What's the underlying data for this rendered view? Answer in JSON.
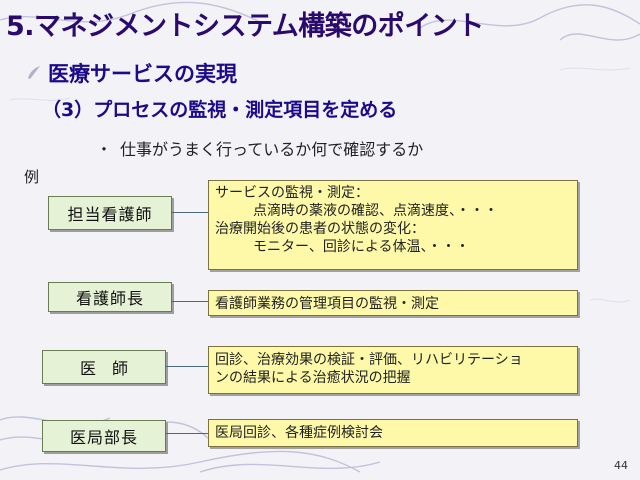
{
  "slide": {
    "title": "5.マネジメントシステム構築のポイント",
    "subtitle": "医療サービスの実現",
    "section": "（3）プロセスの監視・測定項目を定める",
    "bullet": "仕事がうまく行っているか何で確認するか",
    "bullet_marker": "・",
    "example_label": "例",
    "page_number": "44"
  },
  "rows": [
    {
      "role": "担当看護師",
      "lines": [
        {
          "text": "サービスの監視・測定：",
          "indent": false
        },
        {
          "text": "点滴時の薬液の確認、点滴速度、・・・",
          "indent": true
        },
        {
          "text": "治療開始後の患者の状態の変化：",
          "indent": false
        },
        {
          "text": "モニター、回診による体温、・・・",
          "indent": true
        }
      ]
    },
    {
      "role": "看護師長",
      "lines": [
        {
          "text": "看護師業務の管理項目の監視・測定",
          "indent": false
        }
      ]
    },
    {
      "role": "医　師",
      "lines": [
        {
          "text": "回診、治療効果の検証・評価、リハビリテーショ",
          "indent": false
        },
        {
          "text": "ンの結果による治癒状況の把握",
          "indent": false
        }
      ]
    },
    {
      "role": "医局部長",
      "lines": [
        {
          "text": "医局回診、各種症例検討会",
          "indent": false
        }
      ]
    }
  ],
  "colors": {
    "title": "#2b0a6e",
    "heading": "#1b0a8a",
    "role_box_fill": "#e6f2d6",
    "desc_box_fill": "#fdf9a9"
  }
}
